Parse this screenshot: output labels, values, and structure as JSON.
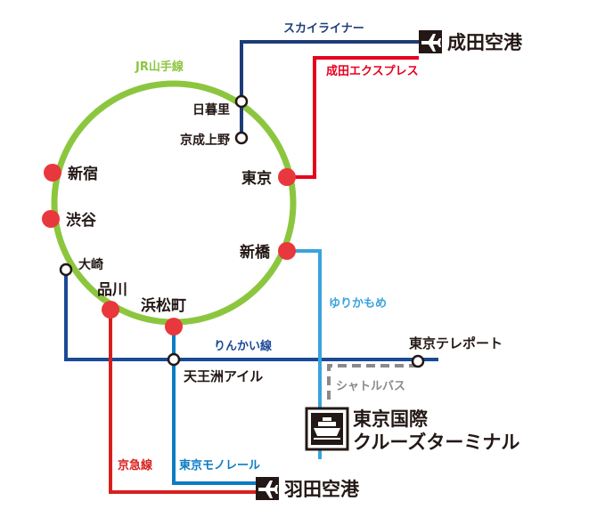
{
  "colors": {
    "yamanote": "#8cc63f",
    "skyliner": "#1d3c78",
    "narita_express": "#e6001e",
    "rinkai": "#1b4a96",
    "keikyu": "#d7201e",
    "monorail": "#0a7cc2",
    "yurikamome": "#3aa3dd",
    "shuttle_bus": "#8a8a8a",
    "station_major": "#e8383d",
    "text": "#231815",
    "icon_bg": "#231815"
  },
  "lines": {
    "yamanote": "JR山手線",
    "skyliner": "スカイライナー",
    "narita_express": "成田エクスプレス",
    "rinkai": "りんかい線",
    "keikyu": "京急線",
    "monorail": "東京モノレール",
    "yurikamome": "ゆりかもめ",
    "shuttle_bus": "シャトルバス"
  },
  "stations": {
    "nippori": "日暮里",
    "keisei_ueno": "京成上野",
    "tokyo": "東京",
    "shinbashi": "新橋",
    "shinjuku": "新宿",
    "shibuya": "渋谷",
    "osaki": "大崎",
    "shinagawa": "品川",
    "hamamatsucho": "浜松町",
    "tennozu_isle": "天王洲アイル",
    "tokyo_teleport": "東京テレポート"
  },
  "destinations": {
    "narita": "成田空港",
    "haneda": "羽田空港",
    "cruise_line1": "東京国際",
    "cruise_line2": "クルーズターミナル"
  },
  "icons": {
    "airport": "airplane-icon",
    "terminal": "ship-icon"
  }
}
